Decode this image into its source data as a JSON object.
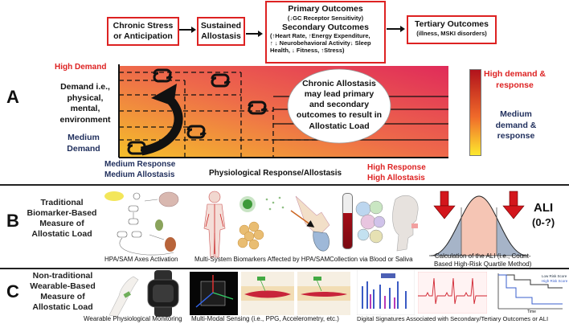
{
  "flow": {
    "box1": "Chronic Stress or Anticipation",
    "box2": "Sustained Allostasis",
    "box3_title": "Primary Outcomes",
    "box3_sub": "(↓GC Receptor Sensitivity)",
    "box3_title2": "Secondary Outcomes",
    "box3_lines": [
      "(↑Heart Rate, ↑Energy Expenditure,",
      "↑ ↓ Neurobehavioral Activity↓ Sleep",
      "Health,  ↓ Fitness, ↑Stress)"
    ],
    "box4_title": "Tertiary Outcomes",
    "box4_sub": "(illness, MSKI disorders)"
  },
  "section_a": {
    "letter": "A",
    "high_demand": "High Demand",
    "demand_desc": [
      "Demand i.e.,",
      "physical,",
      "mental,",
      "environment"
    ],
    "medium_demand": [
      "Medium",
      "Demand"
    ],
    "ellipse_text": [
      "Chronic Allostasis",
      "may lead primary",
      "and secondary",
      "outcomes to result in",
      "Allostatic Load"
    ],
    "x_left": [
      "Medium Response",
      "Medium Allostasis"
    ],
    "x_mid": "Physiological Response/Allostasis",
    "x_right": [
      "High Response",
      "High Allostasis"
    ],
    "legend_high": [
      "High demand &",
      "response"
    ],
    "legend_med": [
      "Medium",
      "demand &",
      "response"
    ]
  },
  "section_b": {
    "letter": "B",
    "side": [
      "Traditional",
      "Biomarker-Based",
      "Measure of",
      "Allostatic Load"
    ],
    "cap1": "HPA/SAM Axes Activation",
    "cap2": "Multi-System Biomarkers Affected by HPA/SAM",
    "cap3": "Collection via Blood or Saliva",
    "cap4": [
      "Calculation of the ALI (i.e., Count-",
      "Based High-Risk Quartile Method)"
    ],
    "ali": [
      "ALI",
      "(0-?)"
    ]
  },
  "section_c": {
    "letter": "C",
    "side": [
      "Non-traditional",
      "Wearable-Based",
      "Measure of",
      "Allostatic Load"
    ],
    "cap1": "Wearable Physiological Monitoring",
    "cap2": "Multi-Modal Sensing (i.e., PPG, Accelerometry, etc.)",
    "cap3": "Digital Signatures Associated with Secondary/Tertiary Outcomes or ALI",
    "km_legend": [
      "Low Risk Score",
      "High Risk Score"
    ],
    "km_xlabel": "Time"
  },
  "colors": {
    "accent_red": "#d22222",
    "gradient_low": "#f5c02a",
    "gradient_high": "#e02b5a",
    "navy": "#1f2e5c"
  }
}
